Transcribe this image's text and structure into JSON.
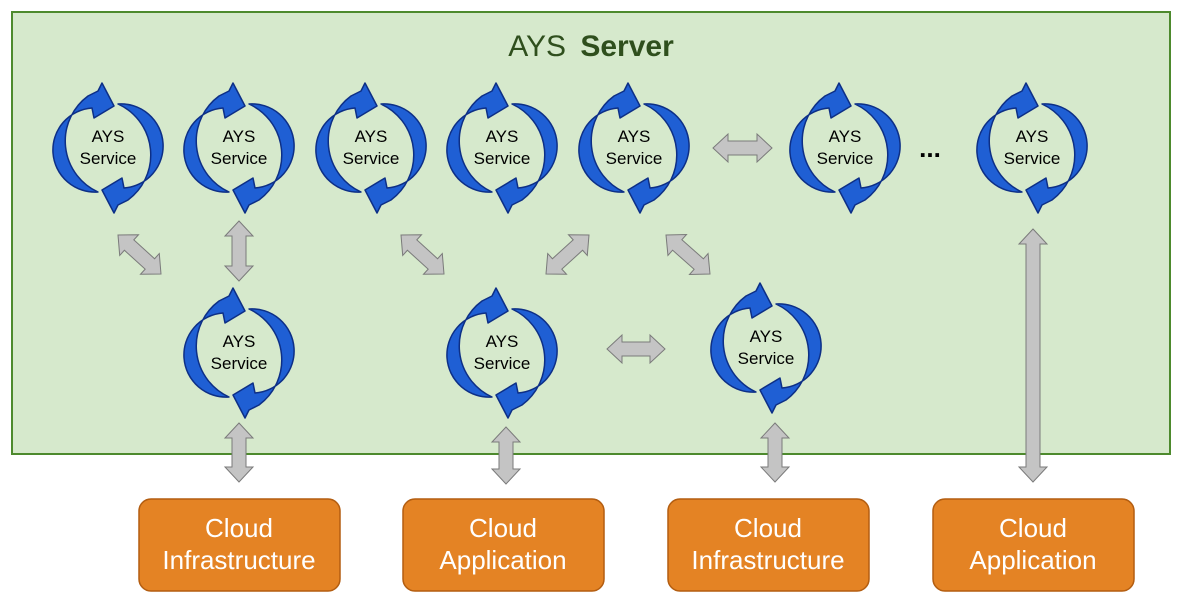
{
  "server": {
    "title_prefix": "AYS",
    "title_bold": "Server",
    "background_color": "#d6e9cc",
    "border_color": "#4d8a2d"
  },
  "service": {
    "line1": "AYS",
    "line2": "Service",
    "arrow_color": "#1f5fd4",
    "arrow_dark": "#0d2f86"
  },
  "ellipsis": "...",
  "connector_color": "#c4c4c4",
  "connector_border": "#7a7a7a",
  "cloud_boxes": [
    {
      "line1": "Cloud",
      "line2": "Infrastructure"
    },
    {
      "line1": "Cloud",
      "line2": "Application"
    },
    {
      "line1": "Cloud",
      "line2": "Infrastructure"
    },
    {
      "line1": "Cloud",
      "line2": "Application"
    }
  ],
  "cloud_box_color": "#e48324"
}
